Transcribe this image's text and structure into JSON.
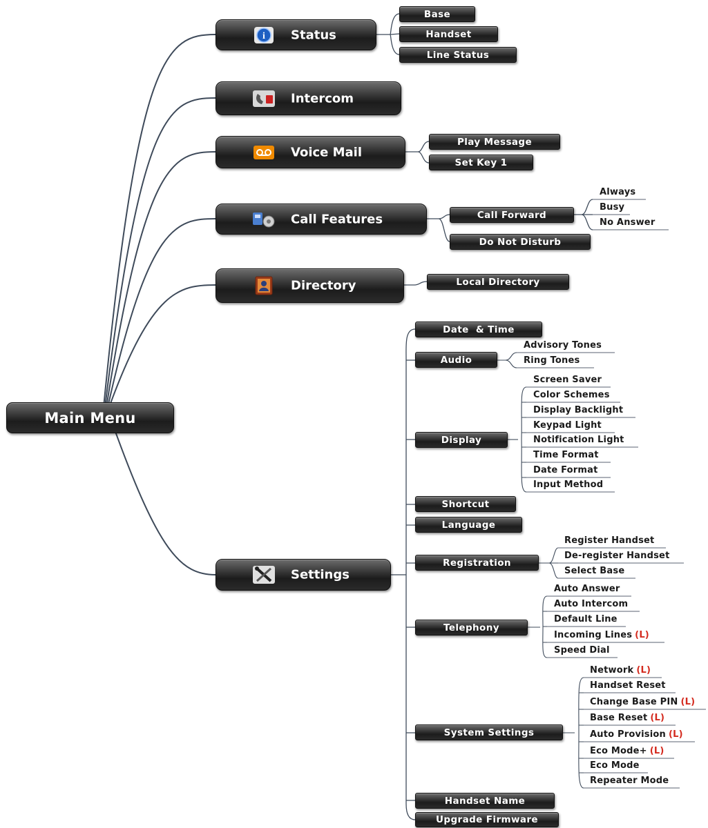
{
  "root": {
    "label": "Main Menu"
  },
  "status": {
    "label": "Status",
    "icon": "info-icon",
    "items": [
      "Base",
      "Handset",
      "Line Status"
    ]
  },
  "intercom": {
    "label": "Intercom",
    "icon": "intercom-phone-icon"
  },
  "voicemail": {
    "label": "Voice Mail",
    "icon": "voicemail-tape-icon",
    "items": [
      "Play Message",
      "Set Key 1"
    ]
  },
  "call_features": {
    "label": "Call Features",
    "icon": "call-features-icon",
    "call_forward": {
      "label": "Call Forward",
      "items": [
        "Always",
        "Busy",
        "No Answer"
      ]
    },
    "do_not_disturb": "Do Not Disturb"
  },
  "directory": {
    "label": "Directory",
    "icon": "address-book-icon",
    "items": [
      "Local Directory"
    ]
  },
  "settings": {
    "label": "Settings",
    "icon": "tools-icon",
    "date_time": "Date  & Time",
    "audio": {
      "label": "Audio",
      "items": [
        "Advisory Tones",
        "Ring Tones"
      ]
    },
    "display": {
      "label": "Display",
      "items": [
        "Screen Saver",
        "Color Schemes",
        "Display Backlight",
        "Keypad Light",
        "Notification Light",
        "Time Format",
        "Date Format",
        "Input Method"
      ]
    },
    "shortcut": "Shortcut",
    "language": "Language",
    "registration": {
      "label": "Registration",
      "items": [
        "Register Handset",
        "De-register Handset",
        "Select Base"
      ]
    },
    "telephony": {
      "label": "Telephony",
      "items": [
        "Auto Answer",
        "Auto Intercom",
        "Default Line",
        "Incoming Lines",
        "Speed Dial"
      ]
    },
    "system_settings": {
      "label": "System Settings",
      "items": [
        "Network",
        "Handset Reset",
        "Change Base PIN",
        "Base Reset",
        "Auto Provision",
        "Eco Mode+",
        "Eco Mode",
        "Repeater Mode"
      ]
    },
    "handset_name": "Handset Name",
    "upgrade_firmware": "Upgrade Firmware"
  },
  "lock_marker": "(L)",
  "colors": {
    "node_dark": "#1c1c1c",
    "connector": "#3e4a5a",
    "lock_red": "#d42a1e"
  }
}
